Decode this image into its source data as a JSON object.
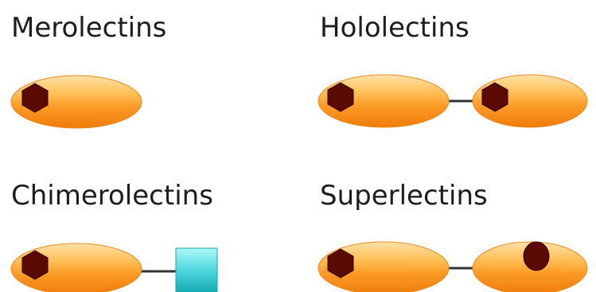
{
  "labels": {
    "merolectins": "Merolectins",
    "hololectins": "Hololectins",
    "chimerolectins": "Chimerolectins",
    "superlectins": "Superlectins"
  },
  "colors": {
    "domain_light": "#ffd08a",
    "domain_mid": "#ffae3c",
    "domain_dark": "#f07c0a",
    "site": "#5a0a00",
    "site_stroke": "#2a0400",
    "linker": "#333333",
    "other_domain_light": "#9ff4f7",
    "other_domain_dark": "#1fbcc4"
  }
}
